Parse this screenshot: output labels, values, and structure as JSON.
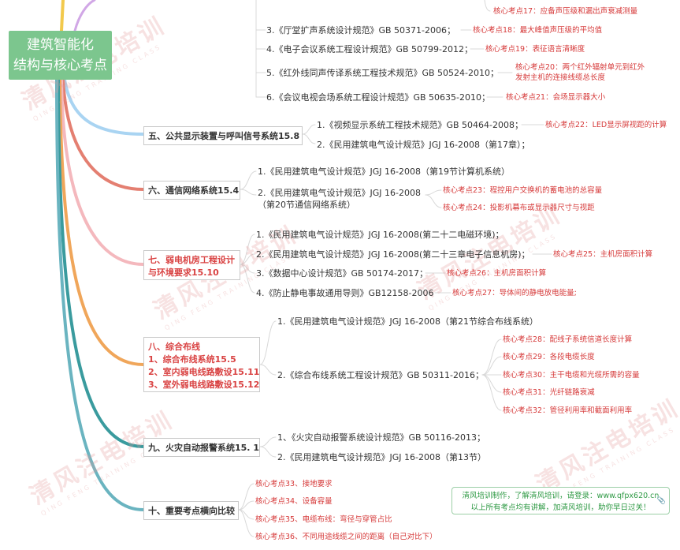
{
  "root": {
    "line1": "建筑智能化",
    "line2": "结构与核心考点"
  },
  "watermark": {
    "text": "清风注电培训",
    "sub": "QING FENG TRAINING CLASS"
  },
  "top": {
    "kp17": "核心考点17：应备声压级和漏出声衰减测量",
    "item3": "3.《厅堂扩声系统设计规范》GB 50371-2006；",
    "kp18": "核心考点18：最大峰值声压级的平均值",
    "item4": "4.《电子会议系统工程设计规范》GB 50799-2012；",
    "kp19": "核心考点19：表征语言清晰度",
    "item5": "5.《红外线同声传译系统工程技术规范》GB 50524-2010；",
    "kp20a": "核心考点20：两个红外辐射单元到红外",
    "kp20b": "发射主机的连接线缆总长度",
    "item6": "6.《会议电视会场系统工程设计规范》GB 50635-2010；",
    "kp21": "核心考点21：会场显示器大小"
  },
  "sec5": {
    "title": "五、公共显示装置与呼叫信号系统15.8",
    "item1": "1.《视频显示系统工程技术规范》GB 50464-2008；",
    "kp22": "核心考点22：LED显示屏视距的计算",
    "item2": "2.《民用建筑电气设计规范》JGJ 16-2008（第17章）；"
  },
  "sec6": {
    "title": "六、通信网络系统15.4",
    "item1": "1.《民用建筑电气设计规范》JGJ 16-2008（第19节计算机系统）",
    "item2a": "2.《民用建筑电气设计规范》JGJ 16-2008",
    "item2b": "（第20节通信网络系统）",
    "kp23": "核心考点23：程控用户交换机的蓄电池的总容量",
    "kp24": "核心考点24：投影机幕布或显示器尺寸与视距"
  },
  "sec7": {
    "title1": "七、弱电机房工程设计",
    "title2": "与环境要求15.10",
    "item1": "1.《民用建筑电气设计规范》JGJ 16-2008(第二十二电磁环境)；",
    "item2": "2.《民用建筑电气设计规范》JGJ 16-2008(第二十三章电子信息机房)；",
    "kp25": "核心考点25：主机房面积计算",
    "item3": "3.《数据中心设计规范》GB 50174-2017；",
    "kp26": "核心考点26：主机房面积计算",
    "item4": "4.《防止静电事故通用导则》GB12158-2006",
    "kp27": "核心考点27：导体间的静电放电能量;"
  },
  "sec8": {
    "title1": "八、综合布线",
    "title2": "1、综合布线系统15.5",
    "title3": "2、室内弱电线路敷设15.11",
    "title4": "3、室外弱电线路敷设15.12",
    "item1": "1.《民用建筑电气设计规范》JGJ 16-2008（第21节综合布线系统）",
    "item2": "2.《综合布线系统工程设计规范》GB 50311-2016；",
    "kp28": "核心考点28：配线子系统信道长度计算",
    "kp29": "核心考点29：各段电缆长度",
    "kp30": "核心考点30：主干电缆和光缆所需的容量",
    "kp31": "核心考点31：光纤链路衰减",
    "kp32": "核心考点32：管径利用率和截面利用率"
  },
  "sec9": {
    "title": "九、火灾自动报警系统15. 1",
    "item1": "1、《火灾自动报警系统设计规范》GB 50116-2013；",
    "item2": "2.《民用建筑电气设计规范》JGJ 16-2008（第13节）"
  },
  "sec10": {
    "title": "十、重要考点横向比较",
    "kp33": "核心考点33、接地要求",
    "kp34": "核心考点34、设备容量",
    "kp35": "核心考点35、电缆布线：弯径与穿管占比",
    "kp36": "核心考点36、不同用途线缆之间的距离（自己对比下）"
  },
  "note": {
    "line1": "清风培训制作，了解清风培训，请登录：www.qfpx620.cn",
    "line2": "以上所有考点均有讲解，加清风培训，助你早日过关！"
  },
  "colors": {
    "root": "#7cc68e",
    "sec5": "#a9d4f2",
    "sec6": "#e47f71",
    "sec7": "#f4b8bd",
    "sec8": "#f0a65a",
    "sec9": "#3a9b9e",
    "sec10": "#6ab4c0",
    "keypoint": "#d63a3a"
  }
}
